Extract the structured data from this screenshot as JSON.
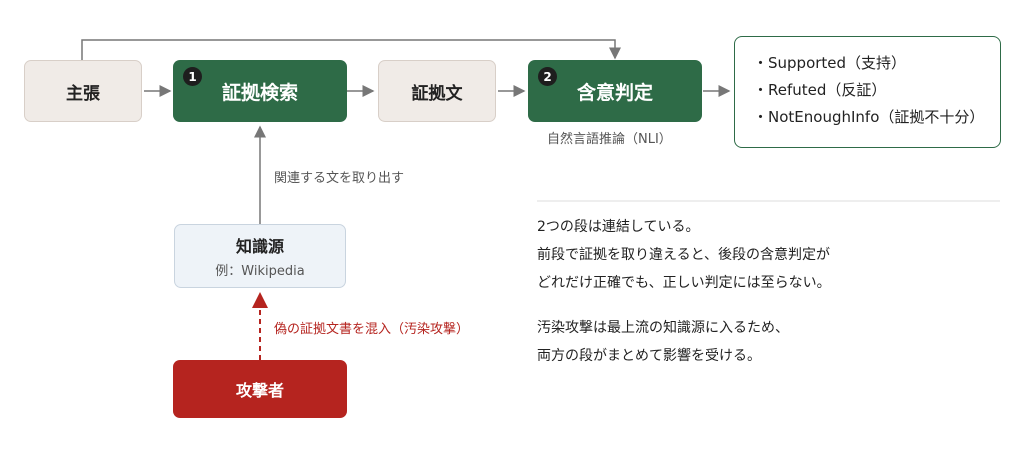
{
  "nodes": {
    "claim": "主張",
    "retrieval": {
      "badge": "1",
      "label": "証拠検索"
    },
    "evidence": "証拠文",
    "entailment": {
      "badge": "2",
      "label": "含意判定"
    },
    "knowledge": {
      "title": "知識源",
      "example": "例：Wikipedia"
    },
    "attacker": "攻撃者"
  },
  "results": [
    "・Supported（支持）",
    "・Refuted（反証）",
    "・NotEnoughInfo（証拠不十分）"
  ],
  "annotations": {
    "nli": "自然言語推論（NLI）",
    "retrieve_docs": "関連する文を取り出す",
    "poison": "偽の証拠文書を混入（汚染攻撃）"
  },
  "explanation": {
    "para1": [
      "2つの段は連結している。",
      "前段で証拠を取り違えると、後段の含意判定が",
      "どれだけ正確でも、正しい判定には至らない。"
    ],
    "para2": [
      "汚染攻撃は最上流の知識源に入るため、",
      "両方の段がまとめて影響を受ける。"
    ]
  },
  "colors": {
    "green": "#2e6b47",
    "red": "#b5241f",
    "neutral": "#f0ebe7",
    "source": "#eef3f8"
  }
}
